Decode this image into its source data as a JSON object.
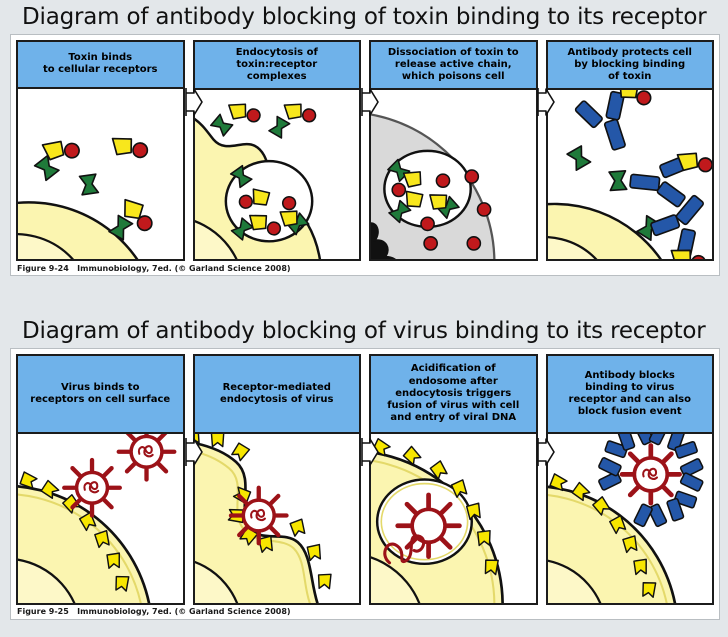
{
  "sections": [
    {
      "id": "toxin",
      "title": "Diagram of antibody blocking of toxin binding to its receptor",
      "caption_prefix": "Figure 9-24",
      "caption_body": "Immunobiology, 7ed.",
      "caption_credit": "(© Garland Science 2008)",
      "panels": [
        {
          "id": "toxin-1",
          "header": "Toxin binds\nto cellular receptors"
        },
        {
          "id": "toxin-2",
          "header": "Endocytosis of\ntoxin:receptor\ncomplexes"
        },
        {
          "id": "toxin-3",
          "header": "Dissociation of toxin to\nrelease active chain,\nwhich poisons cell"
        },
        {
          "id": "toxin-4",
          "header": "Antibody protects cell\nby blocking binding\nof toxin"
        }
      ]
    },
    {
      "id": "virus",
      "title": "Diagram of antibody blocking of virus binding to its receptor",
      "caption_prefix": "Figure 9-25",
      "caption_body": "Immunobiology, 7ed.",
      "caption_credit": "(© Garland Science 2008)",
      "panels": [
        {
          "id": "virus-1",
          "header": "Virus binds to\nreceptors on cell surface"
        },
        {
          "id": "virus-2",
          "header": "Receptor-mediated\nendocytosis of virus"
        },
        {
          "id": "virus-3",
          "header": "Acidification of\nendosome after\nendocytosis triggers\nfusion of virus with cell\nand entry of viral DNA"
        },
        {
          "id": "virus-4",
          "header": "Antibody blocks\nbinding to virus\nreceptor and can also\nblock fusion event"
        }
      ]
    }
  ],
  "colors": {
    "page_background": "#e3e7ea",
    "header_blue": "#6fb2ea",
    "cell_cytoplasm_yellow": "#fbf5b0",
    "cell_cytoplasm_yellow_pale": "#fdf8c8",
    "poisoned_cell_gray": "#d9d9d9",
    "dead_nucleus_black": "#111111",
    "receptor_green": "#1f7a3a",
    "receptor_yellow": "#f7e600",
    "toxin_b_chain_yellow": "#f8e71c",
    "toxin_a_chain_red": "#c0191c",
    "antibody_blue": "#2457a8",
    "virus_dark_red": "#9c1218",
    "outline_black": "#111111"
  },
  "icons": {
    "connector_arrow": "right-arrow-connector",
    "toxin_molecule": "toxin-icon",
    "receptor": "receptor-icon",
    "antibody": "antibody-y-icon",
    "virus": "virus-particle-icon",
    "viral_dna": "viral-dna-icon"
  }
}
